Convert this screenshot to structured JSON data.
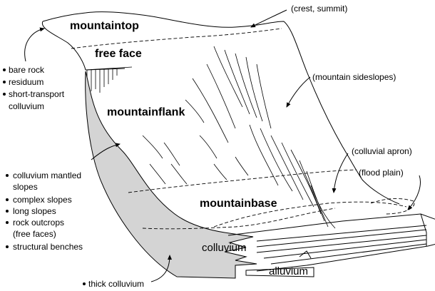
{
  "zones": {
    "mountaintop": "mountaintop",
    "free_face": "free face",
    "mountainflank": "mountainflank",
    "mountainbase": "mountainbase"
  },
  "callouts": {
    "crest_summit": "(crest, summit)",
    "mountain_sideslopes": "(mountain sideslopes)",
    "colluvial_apron": "(colluvial apron)",
    "flood_plain": "(flood plain)"
  },
  "materials": {
    "colluvium": "colluvium",
    "alluvium": "alluvium"
  },
  "top_left_list": [
    "bare rock",
    "residuum",
    "short-transport",
    "colluvium"
  ],
  "middle_left_list": [
    "colluvium mantled",
    "slopes",
    "complex slopes",
    "long slopes",
    "rock outcrops",
    "(free faces)",
    "structural benches"
  ],
  "bottom_note": "thick colluvium",
  "colors": {
    "colluvium_fill": "#d4d4d4",
    "line": "#000000",
    "background": "#ffffff"
  }
}
